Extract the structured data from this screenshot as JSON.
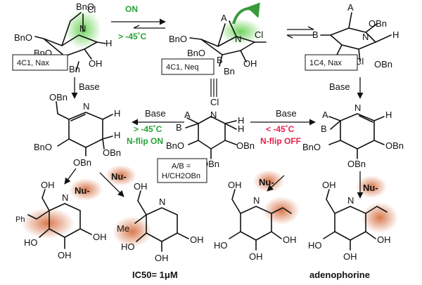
{
  "colors": {
    "green": "#27a234",
    "red": "#e8204a",
    "glow_green": "#7fd36a",
    "glow_orange": "#d9693a"
  },
  "labels": {
    "cond_on": "ON",
    "cond_temp_on": "> -45˚C",
    "conf1": "4C1, Nax",
    "conf2": "4C1, Neq",
    "conf3": "1C4, Nax",
    "base": "Base",
    "n_flip_on": "N-flip ON",
    "n_flip_off": "N-flip OFF",
    "temp_gt": "> -45˚C",
    "temp_lt": "< -45˚C",
    "ab_def_line1": "A/B =",
    "ab_def_line2": "H/CH2OBn",
    "nu": "Nu-",
    "ic50": "IC50= 1μM",
    "adenophorine": "adenophorine"
  },
  "atoms": {
    "bno": "BnO",
    "obn": "OBn",
    "bn": "Bn",
    "oh": "OH",
    "ho": "HO",
    "n": "N",
    "cl": "Cl",
    "h": "H",
    "a": "A",
    "b": "B",
    "me": "Me",
    "ph": "Ph",
    "o": "O"
  }
}
